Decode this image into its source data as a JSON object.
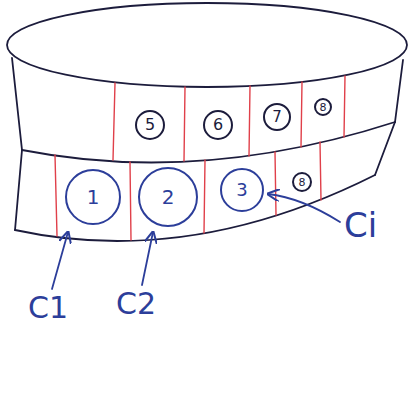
{
  "diagram": {
    "nodes": [
      {
        "text": [
          "5"
        ]
      },
      {
        "text": [
          "6"
        ]
      },
      {
        "text": [
          "7"
        ]
      },
      {
        "text": [
          "8"
        ]
      },
      {
        "text": [
          "1"
        ]
      },
      {
        "text": [
          "2"
        ]
      },
      {
        "text": [
          "3"
        ]
      },
      {
        "text": [
          "8"
        ]
      }
    ],
    "labels": [
      "C1",
      "C2",
      "Ci"
    ]
  }
}
